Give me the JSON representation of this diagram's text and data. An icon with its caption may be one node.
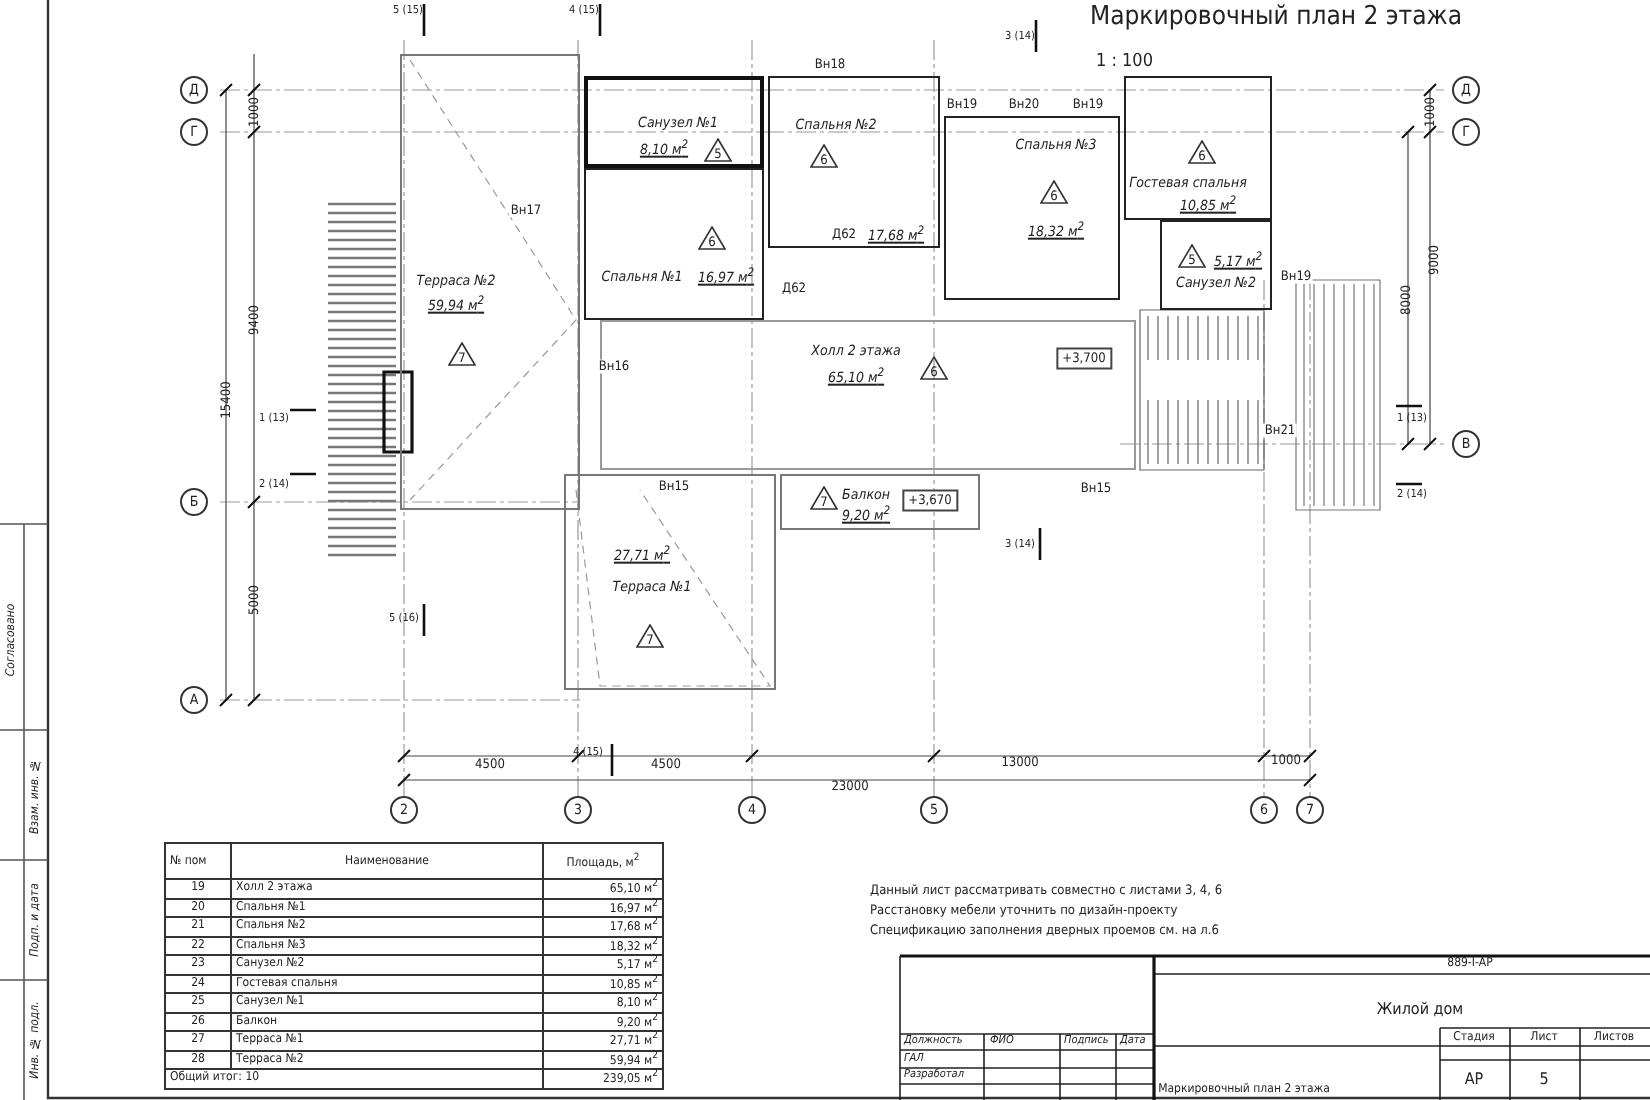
{
  "diagram": {
    "title": "Маркировочный план 2 этажа",
    "nodes": [
      {
        "text": [
          "Терраса №2",
          "59,94 м$^{2}$"
        ]
      },
      {
        "text": [
          "Санузел №1",
          "8,10 м$^{2}$"
        ]
      },
      {
        "text": [
          "Спальня №1",
          "16,97 м$^{2}$"
        ]
      },
      {
        "text": [
          "Спальня №2",
          "17,68 м$^{2}$"
        ]
      },
      {
        "text": [
          "Спальня №3",
          "18,32 м$^{2}$"
        ]
      },
      {
        "text": [
          "Гостевая спальня",
          "10,85 м$^{2}$"
        ]
      },
      {
        "text": [
          "5,17 м$^{2}$",
          "Санузел №2"
        ]
      },
      {
        "text": [
          "Холл 2 этажа",
          "65,10 м$^{2}$"
        ]
      },
      {
        "text": [
          "27,71 м$^{2}$",
          "Терраса №1"
        ]
      },
      {
        "text": [
          "Балкон",
          "9,20 м$^{2}$"
        ]
      }
    ],
    "edges": [],
    "labels": [
      "1 : 100",
      "Д",
      "Г",
      "Б",
      "А",
      "Д",
      "Г",
      "В",
      "2",
      "3",
      "4",
      "5",
      "6",
      "7",
      "1000",
      "9400",
      "15400",
      "5000",
      "1000",
      "9000",
      "8000",
      "4500",
      "4500",
      "13000",
      "1000",
      "23000",
      "5 (15)",
      "4 (15)",
      "3 (14)",
      "1 (13)",
      "2 (14)",
      "5 (16)",
      "4 (15)",
      "3 (14)",
      "1 (13)",
      "2 (14)",
      "Вн18",
      "Вн19",
      "Вн20",
      "Вн19",
      "Вн17",
      "Вн16",
      "Вн15",
      "Вн15",
      "Вн19",
      "Вн21",
      "Д62",
      "Д62",
      "5",
      "6",
      "6",
      "6",
      "6",
      "5",
      "6",
      "7",
      "7",
      "7",
      "+3,700",
      "+3,670",
      "№ пом",
      "Наименование",
      "Площадь, м$^{2}$",
      "19",
      "Холл 2 этажа",
      "65,10 м$^{2}$",
      "20",
      "Спальня №1",
      "16,97 м$^{2}$",
      "21",
      "Спальня №2",
      "17,68 м$^{2}$",
      "22",
      "Спальня №3",
      "18,32 м$^{2}$",
      "23",
      "Санузел №2",
      "5,17 м$^{2}$",
      "24",
      "Гостевая спальня",
      "10,85 м$^{2}$",
      "25",
      "Санузел №1",
      "8,10 м$^{2}$",
      "26",
      "Балкон",
      "9,20 м$^{2}$",
      "27",
      "Терраса №1",
      "27,71 м$^{2}$",
      "28",
      "Терраса №2",
      "59,94 м$^{2}$",
      "Общий итог: 10",
      "239,05 м$^{2}$",
      "Данный лист рассматривать совместно с листами 3, 4, 6",
      "Расстановку мебели уточнить по дизайн-проекту",
      "Спецификацию заполнения дверных проемов см. на л.6",
      "889-I-АР",
      "Жилой дом",
      "Должность",
      "ФИО",
      "Подпись",
      "Дата",
      "ГАЛ",
      "Разработал",
      "Маркировочный план 2 этажа",
      "Стадия",
      "Лист",
      "Листов",
      "АР",
      "5",
      "Согласовано",
      "Взам. инв. №",
      "Подп. и дата",
      "Инв. № подл."
    ]
  }
}
